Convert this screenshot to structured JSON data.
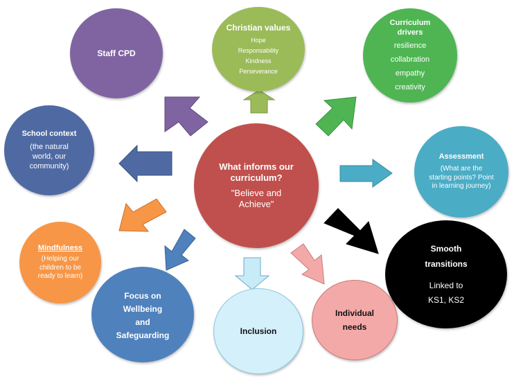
{
  "center": {
    "title": "What informs our curriculum?",
    "motto": "\"Believe and Achieve\"",
    "color": "#c0504d"
  },
  "nodes": {
    "staff_cpd": {
      "title": "Staff CPD",
      "color": "#8064a2"
    },
    "christian_values": {
      "title": "Christian values",
      "items": [
        "Hope",
        "Responsability",
        "Kindness",
        "Perseverance"
      ],
      "color": "#9bbb59"
    },
    "curriculum_drivers": {
      "title": "Curriculum drivers",
      "items": [
        "resilience",
        "collabration",
        "empathy",
        "creativity"
      ],
      "color": "#4fb553"
    },
    "school_context": {
      "title": "School context",
      "sub": "(the natural world, our community)",
      "color": "#4f6aa3"
    },
    "assessment": {
      "title": "Assessment",
      "sub": "(What are the starting points? Point in learning journey)",
      "color": "#4bacc6"
    },
    "mindfulness": {
      "title": "Mindfulness",
      "sub": "(Helping our children to be ready to learn)",
      "color": "#f79646"
    },
    "wellbeing": {
      "lines": [
        "Focus on",
        "Wellbeing",
        "and",
        "Safeguarding"
      ],
      "color": "#4f81bd"
    },
    "inclusion": {
      "title": "Inclusion",
      "color": "#d4f0fb"
    },
    "individual_needs": {
      "title": "Individual needs",
      "color": "#f4a9a9"
    },
    "smooth_transitions": {
      "title": "Smooth transitions",
      "sub": "Linked to KS1, KS2",
      "color": "#000000"
    }
  }
}
